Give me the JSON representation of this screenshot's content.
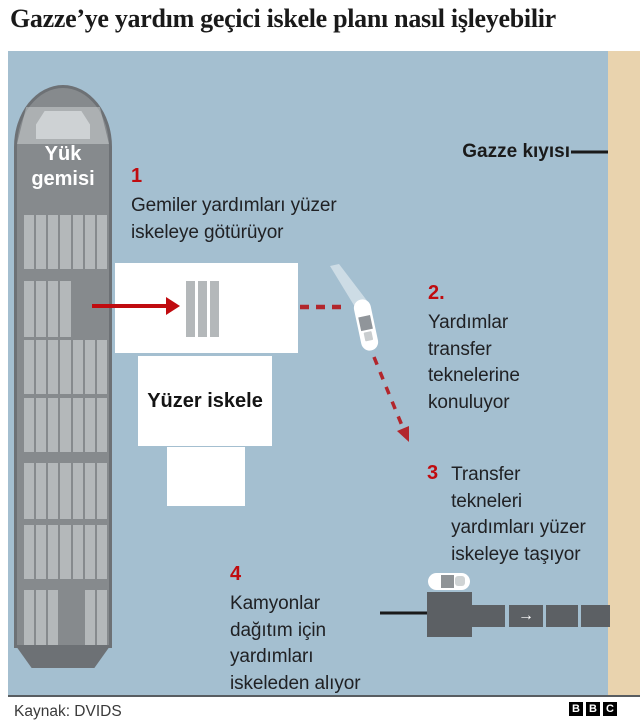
{
  "title": "Gazze’ye yardım geçici iskele planı nasıl işleyebilir",
  "diagram": {
    "ship_label": "Yük\ngemisi",
    "pier_label": "Yüzer iskele",
    "coast_label": "Gazze kıyısı",
    "steps": [
      {
        "num": "1",
        "text": "Gemiler yardımları yüzer\niskeleye götürüyor"
      },
      {
        "num": "2.",
        "text": "Yardımlar\ntransfer\nteknelerine\nkonuluyor"
      },
      {
        "num": "3",
        "text": "Transfer\ntekneleri\nyardımları yüzer\niskeleye taşıyor"
      },
      {
        "num": "4",
        "text": "Kamyonlar\ndağıtım için\nyardımları\niskeleden alıyor"
      }
    ],
    "icons": {
      "causeway_arrow": "→"
    }
  },
  "footer": {
    "source": "Kaynak: DVIDS",
    "logo": [
      "B",
      "B",
      "C"
    ]
  },
  "colors": {
    "sea": "#a4bfd0",
    "shore": "#e9d3ae",
    "red": "#c00b0f",
    "dash-red": "#b2262c",
    "hull": "#868a8d",
    "hull-border": "#6d7175",
    "container": "#b4b8ba",
    "dark-gray": "#5c6064",
    "ink": "#1a1a1a"
  }
}
